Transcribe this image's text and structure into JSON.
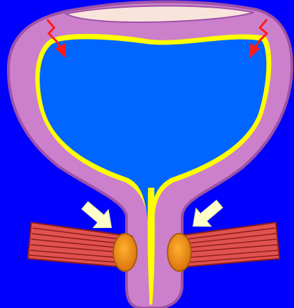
{
  "diagram": {
    "colors": {
      "background": "#0000ff",
      "bladder_wall": "#cc80cc",
      "bladder_wall_outline": "#9e52a6",
      "lining": "#ffff00",
      "lumen": "#0066ff",
      "dome_opening": "#f9e4dc",
      "muscle": "#e0524f",
      "muscle_striation": "#8a1a1a",
      "sphincter": "#f29418",
      "sphincter_outline": "#a85a0c",
      "pressure_arrow": "#ffffcc",
      "stretch_signal": "#ff1a1a"
    },
    "parts": [
      {
        "name": "bladder-wall"
      },
      {
        "name": "bladder-lumen"
      },
      {
        "name": "urethra"
      },
      {
        "name": "dome-opening"
      },
      {
        "name": "left-stretch-signal-icon"
      },
      {
        "name": "right-stretch-signal-icon"
      },
      {
        "name": "left-pelvic-muscle"
      },
      {
        "name": "right-pelvic-muscle"
      },
      {
        "name": "left-sphincter"
      },
      {
        "name": "right-sphincter"
      },
      {
        "name": "left-squeeze-arrow-icon"
      },
      {
        "name": "right-squeeze-arrow-icon"
      }
    ]
  }
}
